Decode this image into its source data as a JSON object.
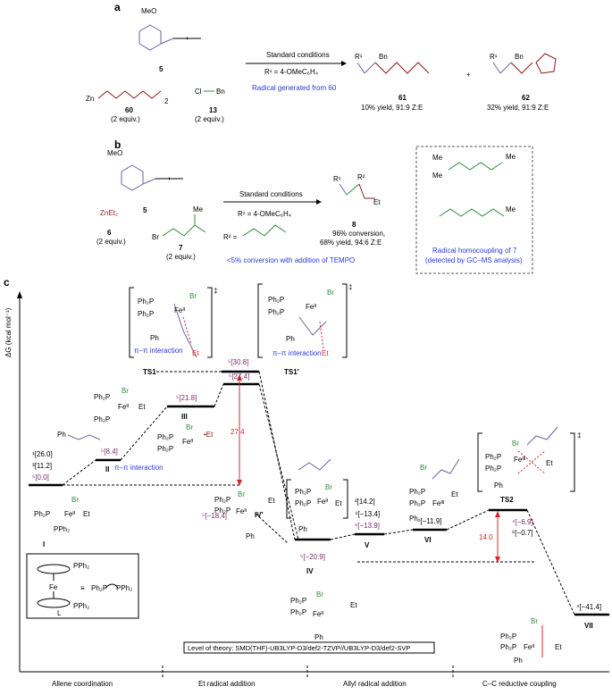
{
  "panel_a": {
    "letter": "a",
    "reactant_5_substituent": "MeO",
    "reactant_5_label": "5",
    "reagent_60_prefix": "Zn",
    "reagent_60_subscript": "2",
    "reagent_60_label": "60",
    "reagent_60_equiv": "(2 equiv.)",
    "reagent_13_formula_cl": "Cl",
    "reagent_13_formula_bn": "Bn",
    "reagent_13_label": "13",
    "reagent_13_equiv": "(2 equiv.)",
    "arrow_top": "Standard conditions",
    "arrow_r1": "R¹ = 4-OMeC₆H₄",
    "arrow_note": "Radical generated from 60",
    "product_61_r1": "R¹",
    "product_61_bn": "Bn",
    "product_61_label": "61",
    "product_61_yield": "10% yield, 91:9 Z:E",
    "plus": "+",
    "product_62_r1": "R¹",
    "product_62_bn": "Bn",
    "product_62_label": "62",
    "product_62_yield": "32% yield, 91:9 Z:E"
  },
  "panel_b": {
    "letter": "b",
    "reactant_5_substituent": "MeO",
    "reactant_5_label": "5",
    "reagent_6": "ZnEt₂",
    "reagent_6_label": "6",
    "reagent_6_equiv": "(2 equiv.)",
    "reagent_7_br": "Br",
    "reagent_7_me": "Me",
    "reagent_7_label": "7",
    "reagent_7_equiv": "(2 equiv.)",
    "arrow_top": "Standard conditions",
    "arrow_r1": "R¹ = 4-OMeC₆H₄",
    "arrow_r2": "R² =",
    "product_8_r1": "R¹",
    "product_8_r2": "R²",
    "product_8_et": "Et",
    "product_8_label": "8",
    "product_8_conv": "96% conversion,",
    "product_8_yield": "68% yield, 94:6 Z:E",
    "tempo_note": "<5% conversion with addition of TEMPO",
    "box_me_labels": [
      "Me",
      "Me",
      "Me",
      "Me"
    ],
    "box_caption_1": "Radical homocoupling of 7",
    "box_caption_2": "(detected by GC–MS analysis)"
  },
  "panel_c": {
    "letter": "c",
    "y_axis_label": "ΔG (kcal mol⁻¹)",
    "level_of_theory": "Level of theory: SMD(THF)-UB3LYP-D3/def2-TZVP//UB3LYP-D3/def2-SVP",
    "phases": [
      "Allene coordination",
      "Et radical addition",
      "Allyl radical addition",
      "C–C reductive coupling"
    ],
    "states": {
      "I": {
        "label": "I",
        "energies": [
          "¹[26.0]",
          "³[11.2]",
          "⁵[0.0]"
        ]
      },
      "II": {
        "label": "II",
        "energies": [
          "⁵[8.4]"
        ]
      },
      "III": {
        "label": "III",
        "energies": [
          "⁵[21.8]"
        ]
      },
      "TS1": {
        "label": "TS1",
        "energies": [
          "⁵[30.8]",
          "⁵[27.4]"
        ]
      },
      "TS1p": {
        "label": "TS1′"
      },
      "IVp": {
        "label": "IV′",
        "energies": [
          "⁵[−18.4]"
        ]
      },
      "IV": {
        "label": "IV",
        "energies": [
          "⁵[−20.9]"
        ]
      },
      "V": {
        "label": "V",
        "energies": [
          "²[14.2]",
          "⁴[−13.4]",
          "⁶[−13.9]"
        ]
      },
      "VI": {
        "label": "VI",
        "energies": [
          "⁴[−11.9]"
        ]
      },
      "TS2": {
        "label": "TS2",
        "energies": [
          "⁴[−6.9]",
          "⁶[−0.7]"
        ]
      },
      "VII": {
        "label": "VII",
        "energies": [
          "⁴[−41.4]"
        ]
      }
    },
    "barrier_1": "27.4",
    "barrier_2": "14.0",
    "pi_interaction": "π–π interaction",
    "et_radical": "•Et",
    "ligand_legend_label": "L",
    "ligand_fe": "Fe",
    "ligand_pph2": "PPh₂",
    "ph2p": "Ph₂P",
    "br": "Br",
    "et": "Et",
    "ph": "Ph",
    "fe_ii": "Feᴵᴵ",
    "fe_iii": "Feᴵᴵᴵ",
    "dagger": "‡",
    "colors": {
      "red": "#d8232a",
      "blue": "#2a3bd6",
      "green": "#2e8b3a",
      "purple": "#6e62a8",
      "maroon": "#7a2a6a"
    }
  }
}
